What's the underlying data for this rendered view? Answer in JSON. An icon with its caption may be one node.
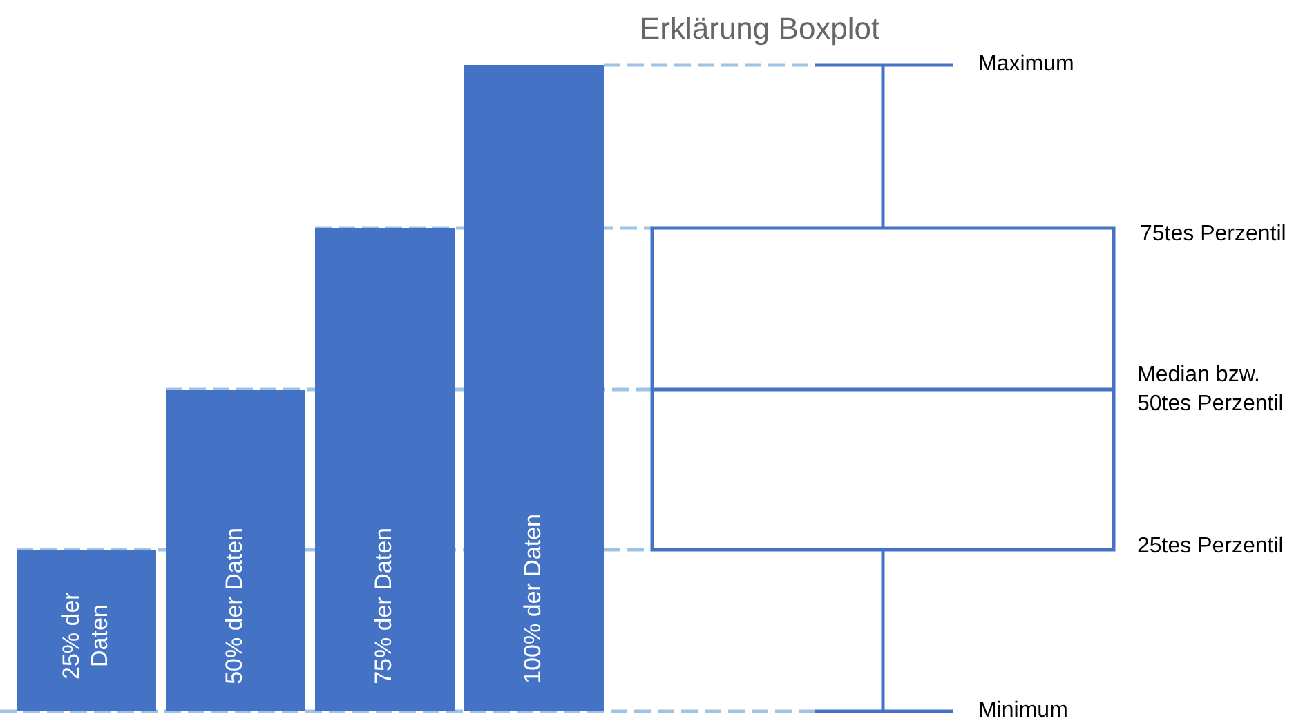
{
  "diagram": {
    "title": "Erklärung Boxplot",
    "nodes": [
      {
        "text": [
          "25% der Daten"
        ]
      },
      {
        "text": [
          "50% der Daten"
        ]
      },
      {
        "text": [
          "75% der Daten"
        ]
      },
      {
        "text": [
          "100% der Daten"
        ]
      }
    ],
    "labels": [
      "Maximum",
      "75tes Perzentil",
      "Median bzw. 50tes Perzentil",
      "25tes Perzentil",
      "Minimum"
    ]
  }
}
